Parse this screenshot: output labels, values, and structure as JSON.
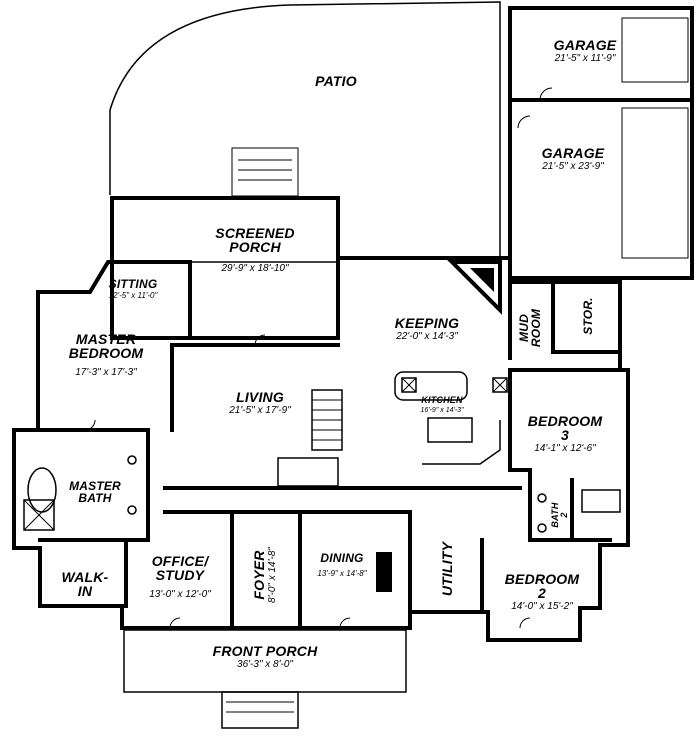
{
  "rooms": {
    "patio": {
      "name": "PATIO"
    },
    "garage1": {
      "name": "GARAGE",
      "dim": "21'-5\" x 11'-9\""
    },
    "garage2": {
      "name": "GARAGE",
      "dim": "21'-5\" x 23'-9\""
    },
    "screened": {
      "name": "SCREENED",
      "name2": "PORCH",
      "dim": "29'-9\" x 18'-10\""
    },
    "sitting": {
      "name": "SITTING",
      "dim": "12'-5\" x 11'-0\""
    },
    "master": {
      "name": "MASTER",
      "name2": "BEDROOM",
      "dim": "17'-3\" x 17'-3\""
    },
    "keeping": {
      "name": "KEEPING",
      "dim": "22'-0\" x 14'-3\""
    },
    "mud": {
      "name": "MUD",
      "name2": "ROOM"
    },
    "stor": {
      "name": "STOR."
    },
    "living": {
      "name": "LIVING",
      "dim": "21'-5\" x 17'-9\""
    },
    "kitchen": {
      "name": "KITCHEN",
      "dim": "16'-9\" x 14'-3\""
    },
    "bedroom3": {
      "name": "BEDROOM",
      "name2": "3",
      "dim": "14'-1\" x 12'-6\""
    },
    "masterbath": {
      "name": "MASTER",
      "name2": "BATH"
    },
    "bath2": {
      "name": "BATH",
      "name2": "2"
    },
    "walkin": {
      "name": "WALK-",
      "name2": "IN"
    },
    "office": {
      "name": "OFFICE/",
      "name2": "STUDY",
      "dim": "13'-0\" x 12'-0\""
    },
    "foyer": {
      "name": "FOYER",
      "dim": "8'-0\" x 14'-8\""
    },
    "dining": {
      "name": "DINING",
      "dim": "13'-9\" x 14'-8\""
    },
    "utility": {
      "name": "UTILITY"
    },
    "bedroom2": {
      "name": "BEDROOM",
      "name2": "2",
      "dim": "14'-0\" x 15'-2\""
    },
    "frontporch": {
      "name": "FRONT PORCH",
      "dim": "36'-3\" x 8'-0\""
    }
  }
}
